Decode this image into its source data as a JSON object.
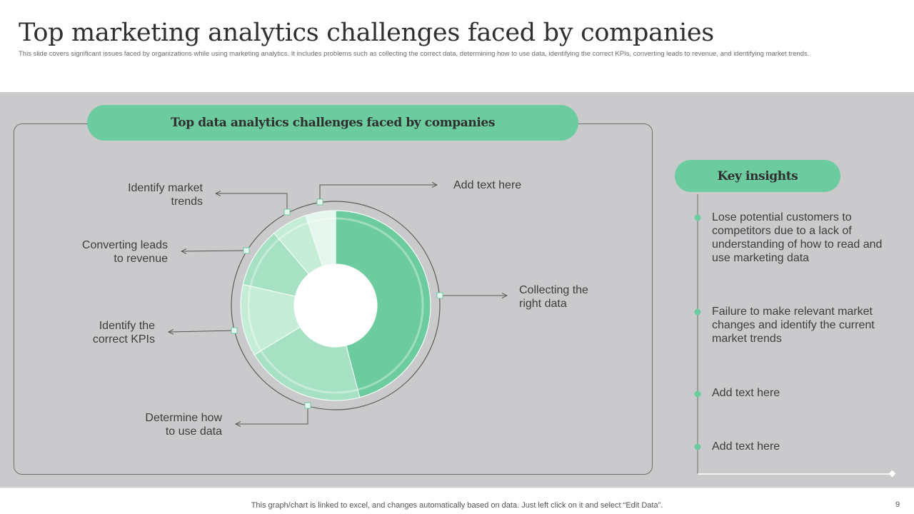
{
  "slide": {
    "title": "Top marketing analytics challenges faced by companies",
    "subtitle": "This slide covers significant issues faced by organizations while using marketing analytics. It includes problems such as collecting the correct data, determining how to use data, identifying the correct KPIs, converting leads to revenue, and identifying market trends.",
    "chart_heading": "Top data analytics challenges faced by companies",
    "insights_heading": "Key insights",
    "footer": "This graph/chart is linked to excel,  and changes automatically based on data. Just left click on it and select “Edit Data”.",
    "page_number": "9"
  },
  "insights": [
    "Lose potential customers to competitors due to a lack of understanding of how to read and use marketing data",
    "Failure to make relevant  market changes and identify the current market trends",
    "Add text here",
    "Add text here"
  ],
  "chart_data": {
    "type": "pie",
    "variant": "donut",
    "title": "Top data analytics challenges faced by companies",
    "categories": [
      "Collecting the right data",
      "Determine how to use data",
      "Identify  the correct KPIs",
      "Converting leads to revenue",
      "Identify market trends",
      "Add text here"
    ],
    "values": [
      45,
      20,
      12,
      10,
      6,
      5
    ],
    "value_unit": "approx. share of circle (%)",
    "start_angle_deg": 0,
    "direction": "clockwise",
    "data_labels_shown": false,
    "colors": [
      "#6ccb9f",
      "#a6e1c3",
      "#c4ecd7",
      "#a6e1c3",
      "#c4ecd7",
      "#e6f7ef"
    ],
    "outer_ring": true,
    "legend": "callout-labels"
  }
}
